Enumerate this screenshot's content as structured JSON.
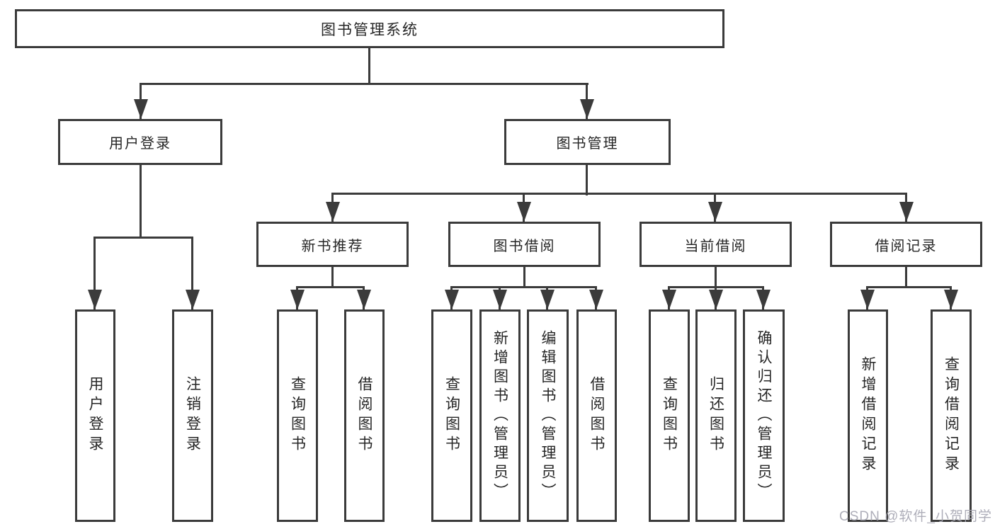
{
  "tree": {
    "label": "图书管理系统",
    "children": [
      {
        "label": "用户登录",
        "children": [
          {
            "label": "用户登录"
          },
          {
            "label": "注销登录"
          }
        ]
      },
      {
        "label": "图书管理",
        "children": [
          {
            "label": "新书推荐",
            "children": [
              {
                "label": "查询图书"
              },
              {
                "label": "借阅图书"
              }
            ]
          },
          {
            "label": "图书借阅",
            "children": [
              {
                "label": "查询图书"
              },
              {
                "label": "新增图书（管理员）"
              },
              {
                "label": "编辑图书（管理员）"
              },
              {
                "label": "借阅图书"
              }
            ]
          },
          {
            "label": "当前借阅",
            "children": [
              {
                "label": "查询图书"
              },
              {
                "label": "归还图书"
              },
              {
                "label": "确认归还（管理员）"
              }
            ]
          },
          {
            "label": "借阅记录",
            "children": [
              {
                "label": "新增借阅记录"
              },
              {
                "label": "查询借阅记录"
              }
            ]
          }
        ]
      }
    ]
  },
  "watermark": "CSDN @软件_小贺同学",
  "colors": {
    "line": "#3b3b3b",
    "text": "#262626",
    "box_fill": "#ffffff",
    "watermark": "#a6a6b2"
  }
}
